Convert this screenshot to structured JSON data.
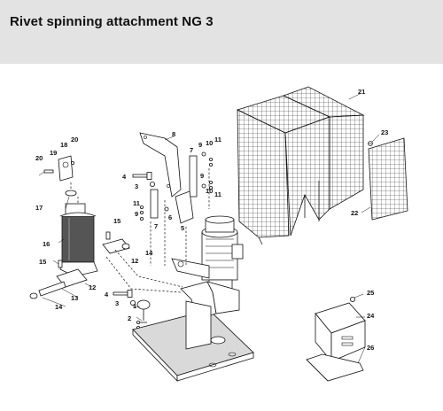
{
  "title": "Rivet spinning attachment NG 3",
  "colors": {
    "header_bg": "#e3e3e3",
    "line": "#111111"
  },
  "parts": {
    "p1": "1",
    "p2": "2",
    "p3": "3",
    "p3b": "3",
    "p4": "4",
    "p4b": "4",
    "p5": "5",
    "p6": "6",
    "p7a": "7",
    "p7b": "7",
    "p8": "8",
    "p9a": "9",
    "p9b": "9",
    "p9c": "9",
    "p10a": "10",
    "p10b": "10",
    "p11a": "11",
    "p11b": "11",
    "p11c": "11",
    "p12a": "12",
    "p12b": "12",
    "p13": "13",
    "p14a": "14",
    "p14b": "14",
    "p15a": "15",
    "p15b": "15",
    "p16": "16",
    "p17": "17",
    "p18": "18",
    "p19": "19",
    "p20a": "20",
    "p20b": "20",
    "p21": "21",
    "p22": "22",
    "p23": "23",
    "p24": "24",
    "p25": "25",
    "p26": "26"
  }
}
